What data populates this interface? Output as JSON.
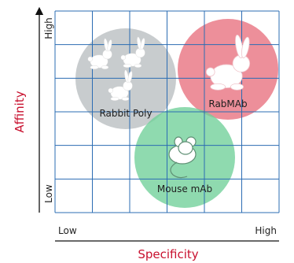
{
  "axes": {
    "y_title": "Affinity",
    "x_title": "Specificity",
    "y_high": "High",
    "y_low": "Low",
    "x_low": "Low",
    "x_high": "High"
  },
  "blobs": [
    {
      "label": "Rabbit Poly",
      "color": "#b9bec0",
      "icon": "three-rabbits-icon"
    },
    {
      "label": "RabMAb",
      "color": "#e8707e",
      "icon": "rabbit-icon"
    },
    {
      "label": "Mouse mAb",
      "color": "#6fcf98",
      "icon": "mouse-icon"
    }
  ],
  "colors": {
    "grid": "#2b6cb3",
    "axis_title": "#c8102e",
    "axis_line": "#111111"
  }
}
